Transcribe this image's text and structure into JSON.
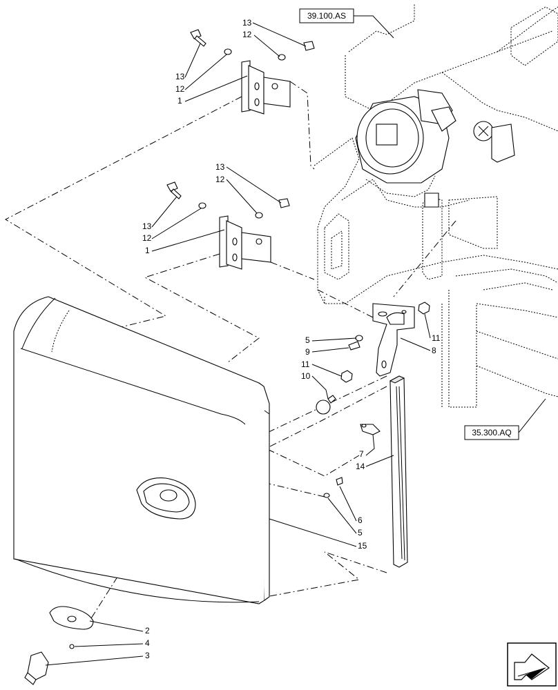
{
  "references": [
    {
      "id": "ref-top",
      "text": "39.100.AS"
    },
    {
      "id": "ref-right",
      "text": "35.300.AQ"
    }
  ],
  "callouts": {
    "hinge_upper": {
      "bolt": "13",
      "washer": "12",
      "hinge": "1",
      "nut_washer": "12",
      "nut": "13"
    },
    "hinge_lower": {
      "bolt": "13",
      "washer": "12",
      "hinge": "1",
      "nut_washer": "12",
      "nut": "13"
    },
    "bracket": {
      "washer_a": "5",
      "screw_a": "9",
      "nut_a": "11",
      "ball": "10",
      "nut_b": "11",
      "bracket": "8"
    },
    "seal": {
      "clip": "7",
      "seal_strip": "14",
      "screw_b": "6",
      "washer_b": "5",
      "door": "15"
    },
    "lock": {
      "lock_plate": "2",
      "small_washer": "4",
      "latch": "3"
    }
  },
  "nav_icon": "navigation-arrow-icon"
}
